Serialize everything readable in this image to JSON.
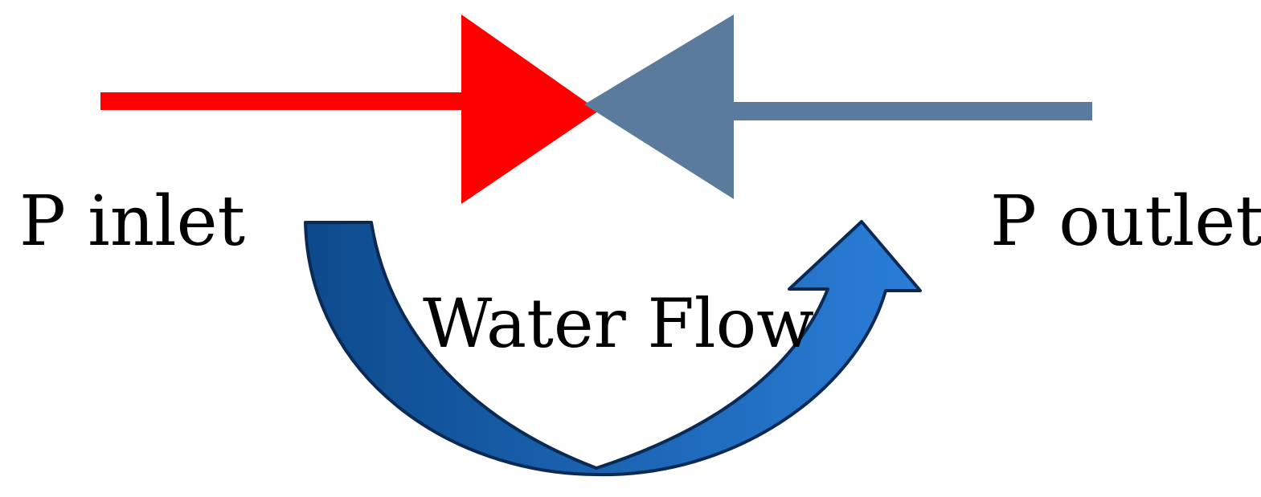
{
  "labels": {
    "inlet": "P inlet",
    "outlet": "P outlet",
    "flow": "Water Flow"
  },
  "colors": {
    "inlet_side": "#ff0000",
    "outlet_side": "#5b7b9d",
    "flow_arrow_dark": "#0d4a8c",
    "flow_arrow_light": "#2a7ed8",
    "flow_arrow_outline": "#0a2a55",
    "background": "#ffffff"
  },
  "icons": {
    "valve": "gate-valve-symbol",
    "flow_arrow": "curved-u-arrow"
  }
}
